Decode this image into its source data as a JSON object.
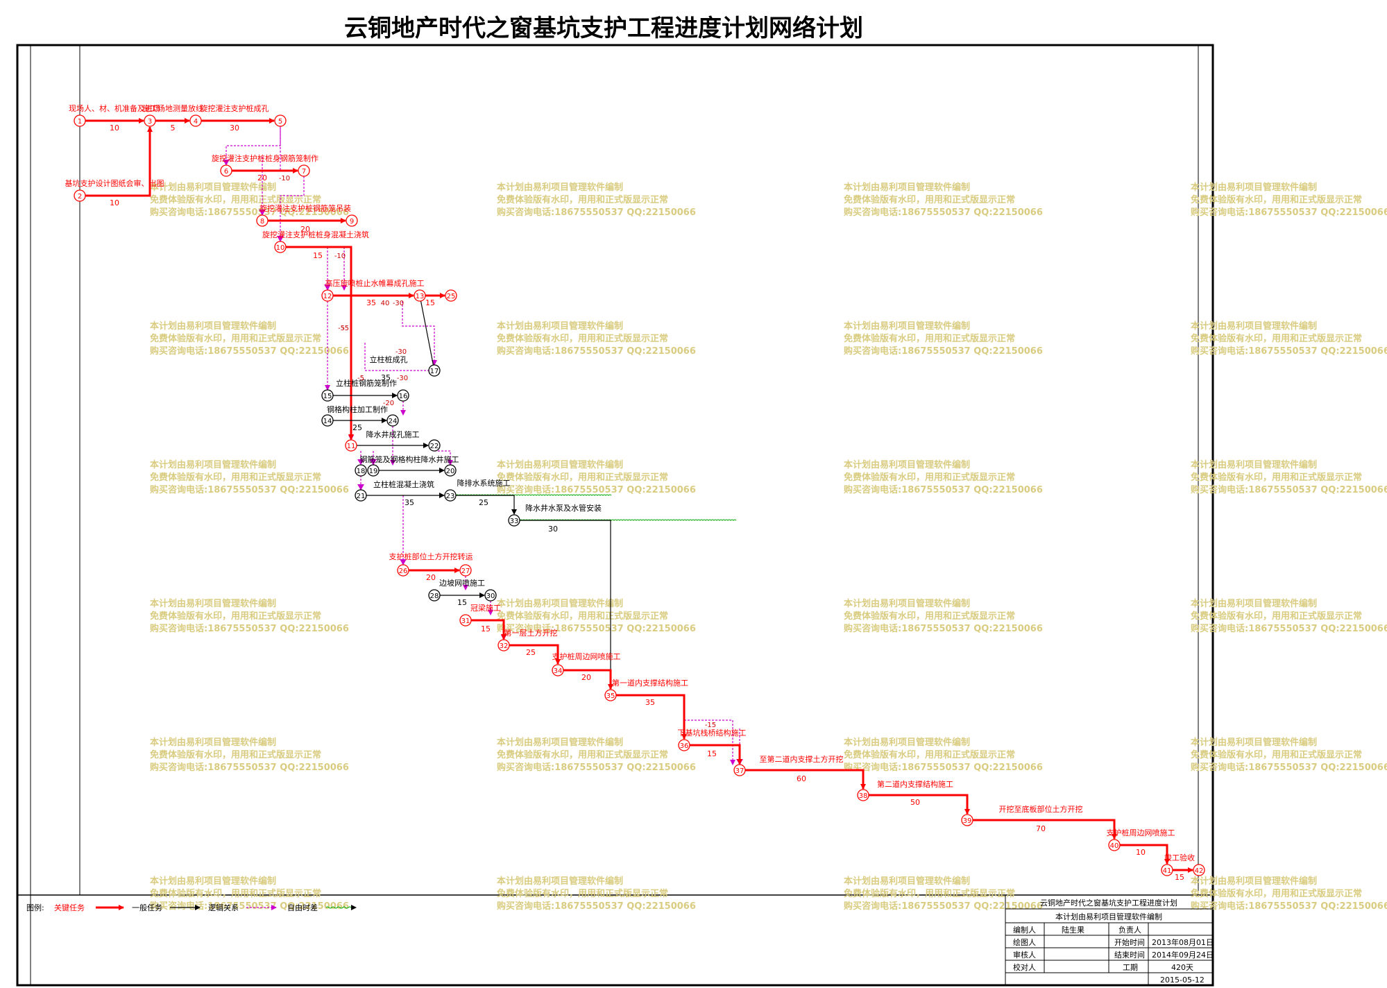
{
  "title": "云铜地产时代之窗基坑支护工程进度计划网络计划",
  "watermark": {
    "lines": [
      "本计划由易利项目管理软件编制",
      "免费体验版有水印，用用和正式版显示正常",
      "购买咨询电话:18675550537 QQ:22150066"
    ]
  },
  "legend": {
    "prefix": "图例:",
    "critical": "关键任务",
    "general": "一般任务",
    "logic": "逻辑关系",
    "float": "自由时差"
  },
  "info_box": {
    "title": "云铜地产时代之窗基坑支护工程进度计划",
    "subtitle": "本计划由易利项目管理软件编制",
    "labels": {
      "compiler": "编制人",
      "drafter": "绘图人",
      "reviewer": "审核人",
      "checker": "校对人",
      "manager": "负责人",
      "start": "开始时间",
      "end": "结束时间",
      "duration": "工期"
    },
    "values": {
      "compiler": "陆生果",
      "start": "2013年08月01日",
      "end": "2014年09月24日",
      "duration": "420天",
      "date": "2015-05-12"
    }
  },
  "colors": {
    "critical": "#ff0000",
    "general": "#000000",
    "logic": "#cc00cc",
    "float": "#00aa00",
    "watermark": "#d9cc80"
  },
  "chart_data": {
    "type": "network",
    "activities": [
      {
        "id": "a1",
        "from": 1,
        "to": 3,
        "name": "现场人、材、机准备及进场",
        "duration": "10",
        "critical": true
      },
      {
        "id": "a2",
        "from": 2,
        "to": 3,
        "name": "基坑支护设计图纸会审、出图",
        "duration": "10",
        "critical": true
      },
      {
        "id": "a3",
        "from": 3,
        "to": 4,
        "name": "施工场地测量放线",
        "duration": "5",
        "critical": true
      },
      {
        "id": "a4",
        "from": 4,
        "to": 5,
        "name": "旋挖灌注支护桩成孔",
        "duration": "30",
        "critical": true
      },
      {
        "id": "a5",
        "from": 6,
        "to": 7,
        "name": "旋挖灌注支护桩桩身钢筋笼制作",
        "duration": "20",
        "critical": true
      },
      {
        "id": "a6",
        "from": 8,
        "to": 9,
        "name": "旋挖灌注支护桩钢筋笼吊装",
        "duration": "20",
        "critical": true
      },
      {
        "id": "a7",
        "from": 10,
        "to": 11,
        "name": "旋挖灌注支护桩桩身混凝土浇筑",
        "duration": "15",
        "critical": true
      },
      {
        "id": "a8",
        "from": 12,
        "to": 13,
        "name": "高压旋喷桩止水帷幕成孔施工",
        "duration": "35",
        "critical": true
      },
      {
        "id": "a9",
        "from": 13,
        "to": 25,
        "name": "",
        "duration": "15",
        "critical": true
      },
      {
        "id": "a10",
        "from": 13,
        "to": 17,
        "name": "立柱桩成孔",
        "duration": "35",
        "critical": false
      },
      {
        "id": "a11",
        "from": 15,
        "to": 16,
        "name": "立柱桩钢筋笼制作",
        "duration": "",
        "critical": false
      },
      {
        "id": "a12",
        "from": 14,
        "to": 24,
        "name": "钢格构柱加工制作",
        "duration": "25",
        "critical": false
      },
      {
        "id": "a13",
        "from": 11,
        "to": 22,
        "name": "降水井成孔施工",
        "duration": "",
        "critical": false
      },
      {
        "id": "a14",
        "from": 19,
        "to": 20,
        "name": "钢筋笼及钢格构柱降水井施工",
        "duration": "",
        "critical": false
      },
      {
        "id": "a15",
        "from": 21,
        "to": 23,
        "name": "立柱桩混凝土浇筑",
        "duration": "35",
        "critical": false
      },
      {
        "id": "a16",
        "from": 23,
        "to": 33,
        "name": "降排水系统施工",
        "duration": "25",
        "critical": false
      },
      {
        "id": "a17",
        "from": 33,
        "to": 35,
        "name": "降水井水泵及水管安装",
        "duration": "30",
        "critical": false
      },
      {
        "id": "a18",
        "from": 26,
        "to": 27,
        "name": "支护桩部位土方开挖转运",
        "duration": "20",
        "critical": true
      },
      {
        "id": "a19",
        "from": 28,
        "to": 30,
        "name": "边坡网喷施工",
        "duration": "15",
        "critical": false
      },
      {
        "id": "a20",
        "from": 31,
        "to": 32,
        "name": "冠梁施工",
        "duration": "15",
        "critical": true
      },
      {
        "id": "a21",
        "from": 32,
        "to": 34,
        "name": "第一层土方开挖",
        "duration": "25",
        "critical": true
      },
      {
        "id": "a22",
        "from": 34,
        "to": 35,
        "name": "支护桩周边网喷施工",
        "duration": "20",
        "critical": true
      },
      {
        "id": "a23",
        "from": 35,
        "to": 36,
        "name": "第一道内支撑结构施工",
        "duration": "35",
        "critical": true
      },
      {
        "id": "a24",
        "from": 36,
        "to": 37,
        "name": "下基坑栈桥结构施工",
        "duration": "15",
        "critical": true
      },
      {
        "id": "a25",
        "from": 37,
        "to": 38,
        "name": "至第二道内支撑土方开挖",
        "duration": "60",
        "critical": true
      },
      {
        "id": "a26",
        "from": 38,
        "to": 39,
        "name": "第二道内支撑结构施工",
        "duration": "50",
        "critical": true
      },
      {
        "id": "a27",
        "from": 39,
        "to": 40,
        "name": "开挖至底板部位土方开挖",
        "duration": "70",
        "critical": true
      },
      {
        "id": "a28",
        "from": 40,
        "to": 41,
        "name": "支护桩周边网喷施工",
        "duration": "10",
        "critical": true
      },
      {
        "id": "a29",
        "from": 41,
        "to": 42,
        "name": "竣工验收",
        "duration": "15",
        "critical": true
      }
    ],
    "float_labels": [
      "-10",
      "-10",
      "-5",
      "-5",
      "-30",
      "40",
      "-30",
      "-30",
      "-20",
      "-5",
      "-15"
    ]
  }
}
